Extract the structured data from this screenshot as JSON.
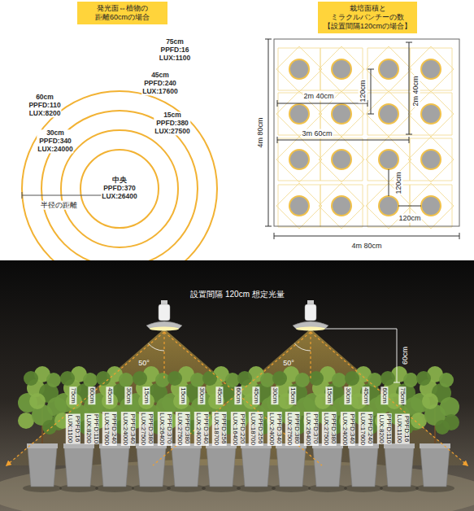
{
  "diagram": {
    "nodes": [
      {
        "text": [
          "発光面⇔植物の 距離60cmの場合"
        ]
      },
      {
        "text": [
          "栽培面積と ミラクルバンチーの数 【設置間隔120cmの場合】"
        ]
      }
    ],
    "labels": [
      "75cm PPFD:16 LUX:1100",
      "45cm PPFD:240 LUX:17600",
      "60cm PPFD:110 LUX:8200",
      "30cm PPFD:340 LUX:24000",
      "15cm PPFD:380 LUX:27500",
      "中央 PPFD:370 LUX:26400",
      "半径の距離",
      "120cm",
      "2m 40cm",
      "2m 40cm",
      "4m 80cm",
      "3m 60cm",
      "120cm",
      "120cm",
      "4m 80cm",
      "設置間隔 120cm 想定光量",
      "50°",
      "50°",
      "60cm",
      "75cm",
      "PPFD:16 LUX:1100",
      "60cm",
      "PPFD:110 LUX:8200",
      "45cm",
      "PPFD:240 LUX:17600",
      "30cm",
      "PPFD:340 LUX:24000",
      "15cm",
      "PPFD:380 LUX:27500",
      "PPFD:370 LUX:26400",
      "15cm",
      "PPFD:380 LUX:27500",
      "30cm",
      "PPFD:340 LUX:24000",
      "45cm",
      "PPFD:256 LUX:18700",
      "60cm",
      "PPFD:220 LUX:16400",
      "45cm",
      "PPFD:256 LUX:18700",
      "30cm",
      "PPFD:340 LUX:24000",
      "15cm",
      "PPFD:380 LUX:27500",
      "PPFD:370 LUX:26400",
      "15cm",
      "PPFD:380 LUX:27500",
      "30cm",
      "PPFD:340 LUX:24000",
      "45cm",
      "PPFD:240 LUX:17600",
      "60cm",
      "PPFD:110 LUX:8200",
      "75cm",
      "PPFD:16 LUX:1100"
    ]
  }
}
